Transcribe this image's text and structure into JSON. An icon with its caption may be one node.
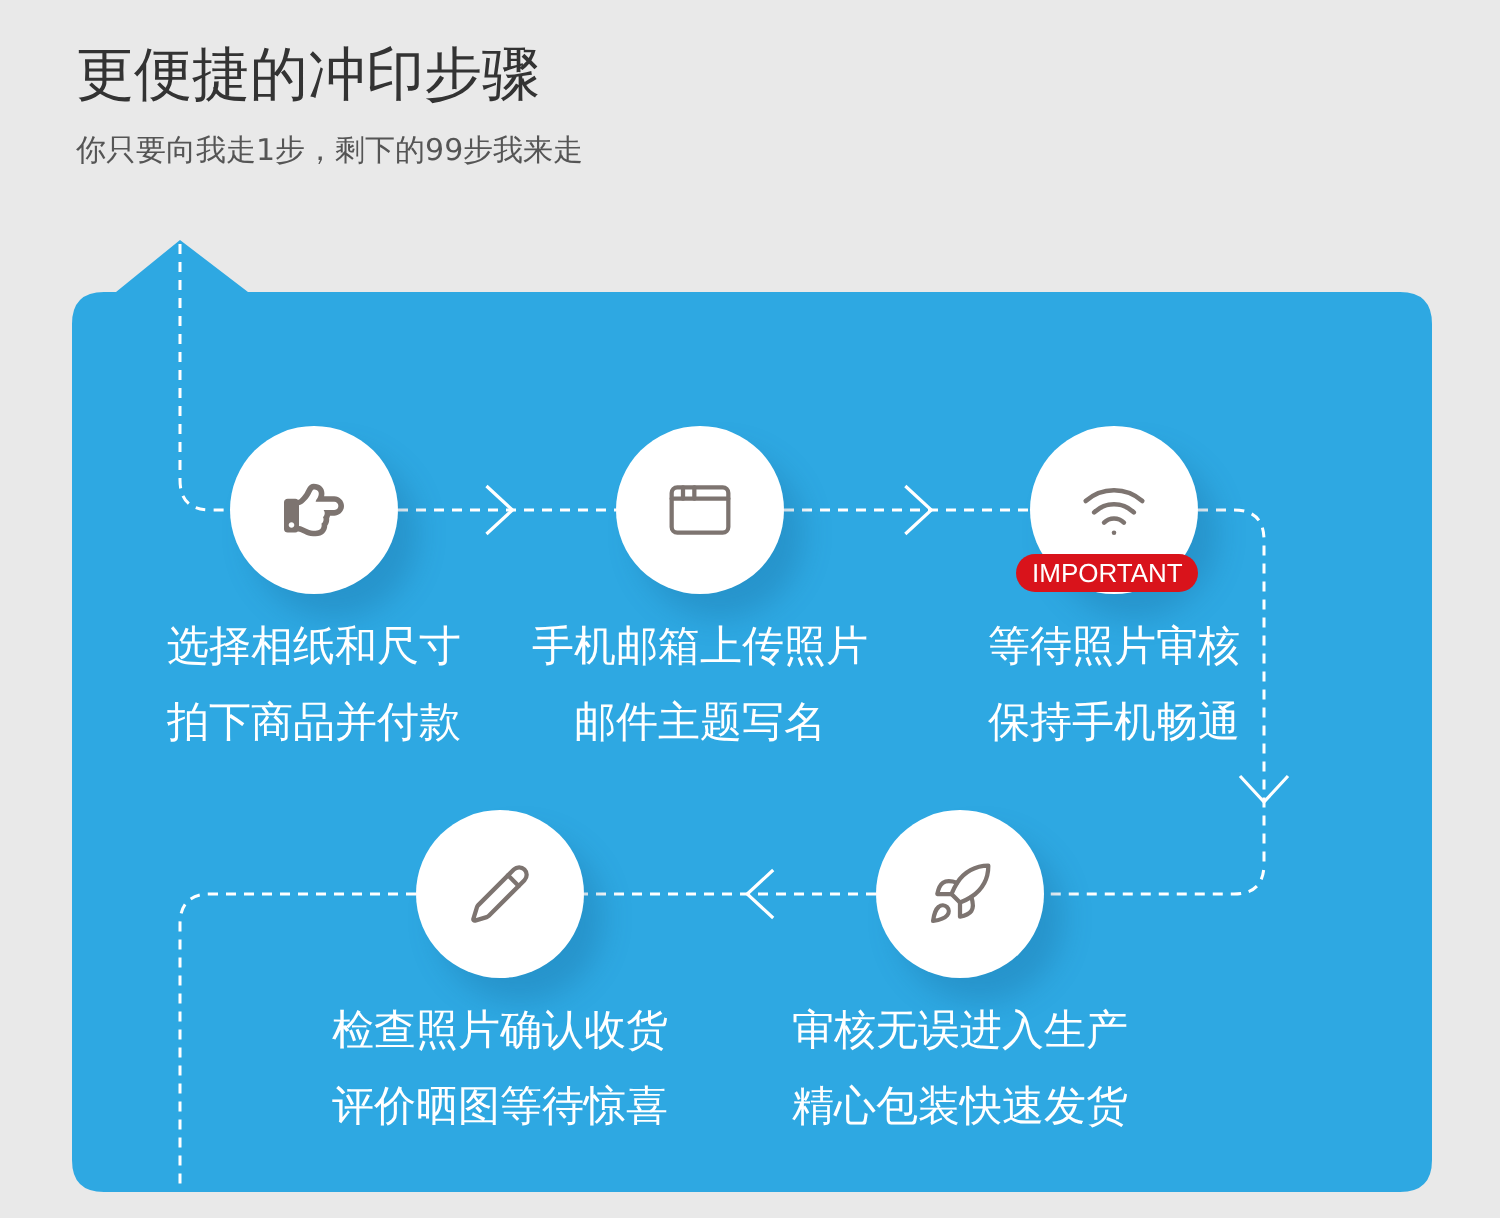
{
  "diagram": {
    "title": "更便捷的冲印步骤",
    "nodes": [
      {
        "text": [],
        "shape": "circle",
        "beside": [
          "选择相纸和尺寸",
          "拍下商品并付款"
        ]
      },
      {
        "text": [],
        "shape": "circle",
        "beside": [
          "手机邮箱上传照片",
          "邮件主题写名"
        ]
      },
      {
        "text": [],
        "shape": "circle",
        "beside": [
          "等待照片审核",
          "保持手机畅通"
        ]
      },
      {
        "text": [],
        "shape": "circle",
        "beside": [
          "检查照片确认收货",
          "评价晒图等待惊喜"
        ]
      },
      {
        "text": [],
        "shape": "circle",
        "beside": [
          "审核无误进入生产",
          "精心包装快速发货"
        ]
      }
    ],
    "edges": [
      {
        "from": null,
        "to": 0,
        "arrow": "none",
        "style": "dashed"
      },
      {
        "from": 0,
        "to": 1,
        "arrow": "to",
        "style": "dashed"
      },
      {
        "from": 1,
        "to": 2,
        "arrow": "to",
        "style": "dashed"
      },
      {
        "from": 2,
        "to": 4,
        "arrow": "to",
        "style": "dashed"
      },
      {
        "from": 4,
        "to": 3,
        "arrow": "to",
        "style": "dashed"
      },
      {
        "from": 3,
        "to": null,
        "arrow": "none",
        "style": "dashed"
      }
    ],
    "labels": [
      "你只要向我走1步，剩下的99步我来走",
      "IMPORTANT"
    ]
  }
}
